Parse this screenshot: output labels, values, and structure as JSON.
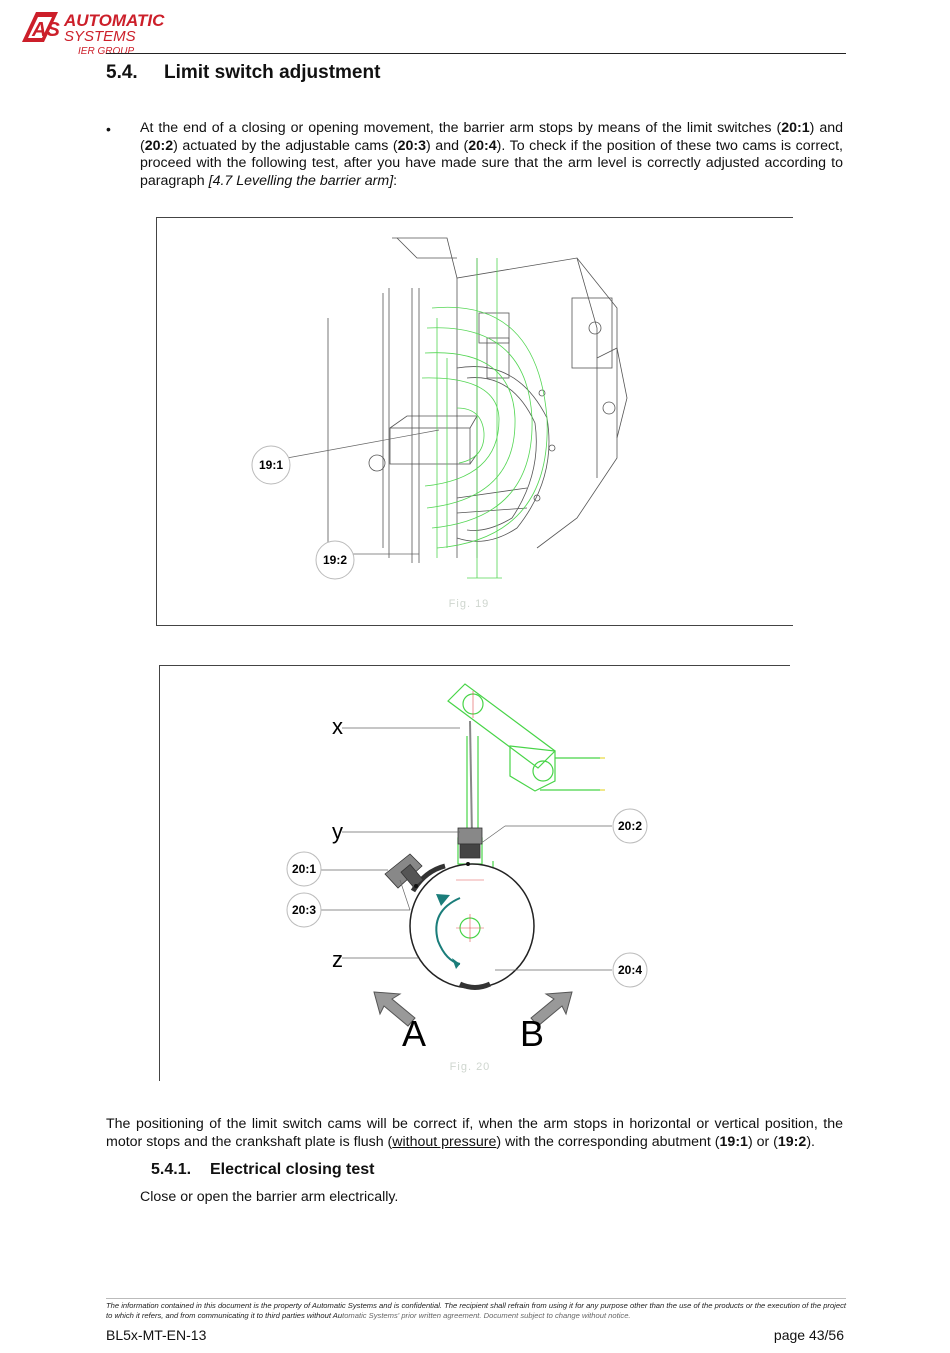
{
  "header": {
    "logo_line1": "AUTOMATIC",
    "logo_line2": "SYSTEMS",
    "logo_line3": "IER GROUP",
    "logo_mark": "AS",
    "brand_color": "#cc1f2a"
  },
  "section": {
    "number": "5.4.",
    "title": "Limit switch adjustment"
  },
  "paragraph1": {
    "t1": "At the end of a closing or opening movement, the barrier arm stops by means of the limit switches (",
    "b1": "20:1",
    "t2": ") and (",
    "b2": "20:2",
    "t3": ") actuated by the adjustable cams (",
    "b3": "20:3",
    "t4": ") and (",
    "b4": "20:4",
    "t5": ").  To check if the position of these two cams is correct, proceed with the following test, after you have made sure that the arm level is correctly adjusted according to paragraph ",
    "i1": "[4.7 Levelling the barrier arm]",
    "t6": ":"
  },
  "figure19": {
    "caption": "Fig. 19",
    "callout1": "19:1",
    "callout2": "19:2"
  },
  "figure20": {
    "caption": "Fig. 20",
    "label_x": "x",
    "label_y": "y",
    "label_z": "z",
    "callout_201": "20:1",
    "callout_202": "20:2",
    "callout_203": "20:3",
    "callout_204": "20:4",
    "dir_a": "A",
    "dir_b": "B"
  },
  "paragraph2": {
    "t1": "The positioning of the limit switch cams will be correct if, when the arm stops in horizontal or vertical position, the motor stops and the crankshaft plate is flush (",
    "u1": "without pressure",
    "t2": ") with the corresponding abutment (",
    "b1": "19:1",
    "t3": ") or (",
    "b2": "19:2",
    "t4": ")."
  },
  "subsection": {
    "number": "5.4.1.",
    "title": "Electrical closing test"
  },
  "paragraph3": "Close or open the barrier arm electrically.",
  "footer": {
    "note_a": "The information contained in this document is the property of Automatic Systems and is confidential. The recipient shall refrain from using it for any purpose other than the use of the products or the execution of the project to which it refers, and from communicating it to third parties without Au",
    "note_b": "tomatic Systems' prior written agreement. Document subject to change without notice.",
    "doc_code": "BL5x-MT-EN-13",
    "page": "page 43/56"
  }
}
